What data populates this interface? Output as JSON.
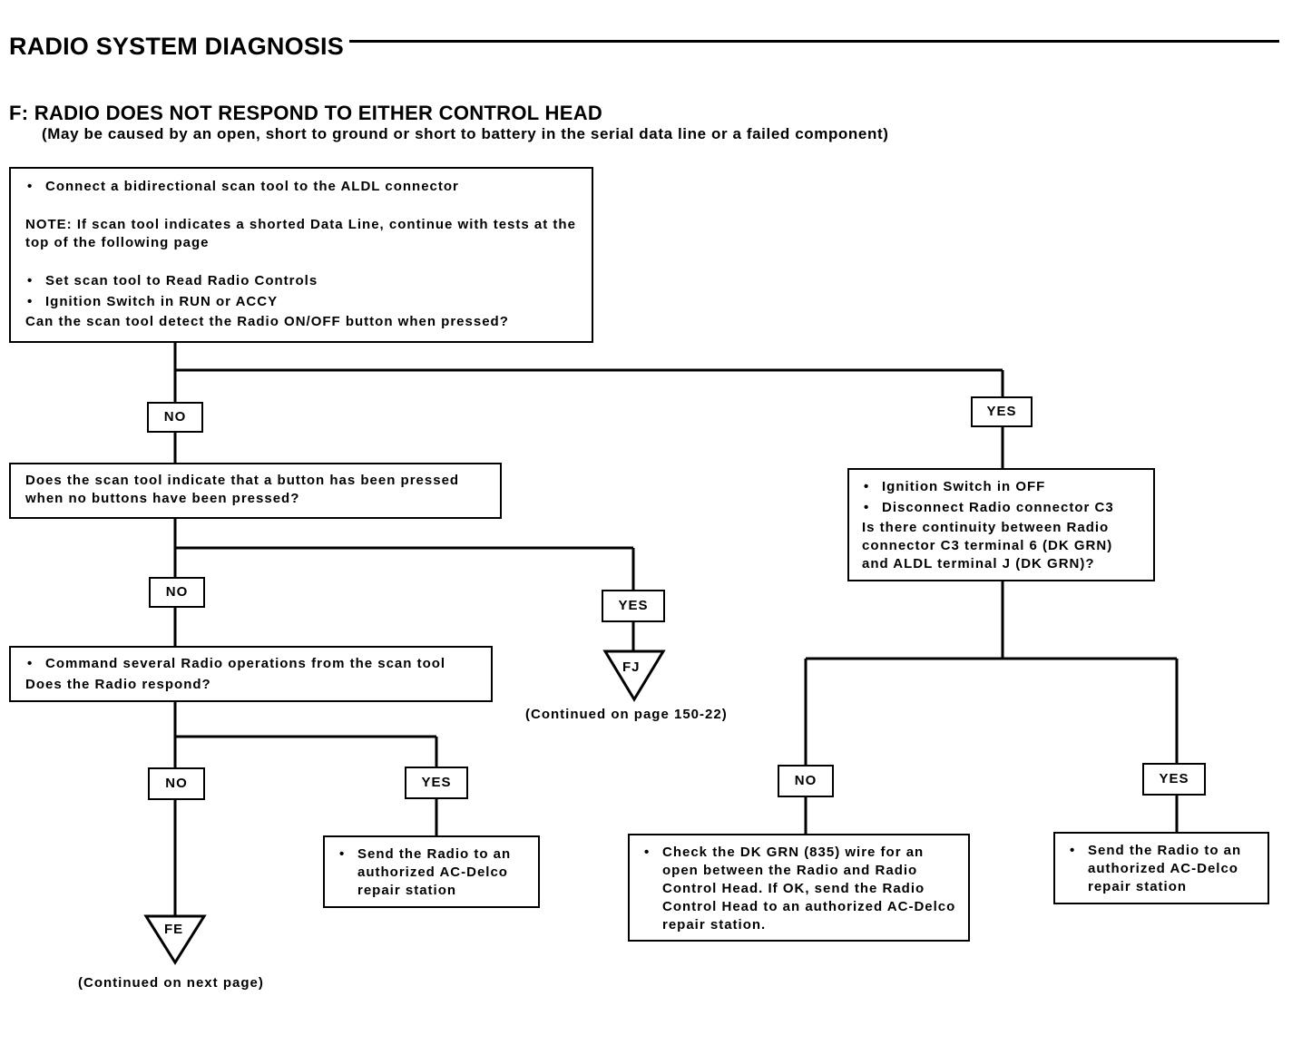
{
  "header": {
    "title": "RADIO SYSTEM DIAGNOSIS"
  },
  "section": {
    "title": "F:  RADIO DOES NOT RESPOND TO EITHER CONTROL HEAD",
    "subtitle": "(May be caused by an open, short to ground or short to battery in the serial data line or a failed component)"
  },
  "box_start": {
    "step1": "Connect a bidirectional scan tool to the ALDL connector",
    "note": "NOTE: If scan tool indicates a shorted Data Line, continue with tests at the top of the following page",
    "step2": "Set scan tool to Read Radio Controls",
    "step3": "Ignition Switch in RUN or ACCY",
    "question": "Can the scan tool detect the Radio ON/OFF button when pressed?"
  },
  "box_button_pressed": {
    "question": "Does the scan tool indicate that a button has been pressed when no buttons have been pressed?"
  },
  "box_command": {
    "step": "Command several Radio operations from the scan tool",
    "question": "Does the Radio respond?"
  },
  "box_continuity": {
    "step1": "Ignition Switch in OFF",
    "step2": "Disconnect Radio connector C3",
    "question": "Is there continuity between Radio connector C3 terminal 6 (DK GRN) and ALDL terminal J (DK GRN)?"
  },
  "box_send_left": {
    "text": "Send the Radio to an authorized AC-Delco repair station"
  },
  "box_check_wire": {
    "text": "Check the DK GRN (835) wire for an open between the Radio and Radio Control Head. If OK, send the Radio Control Head to an authorized AC-Delco repair station."
  },
  "box_send_right": {
    "text": "Send the Radio to an authorized AC-Delco repair station"
  },
  "tags": {
    "no1": "NO",
    "yes1": "YES",
    "no2": "NO",
    "yes2": "YES",
    "no3": "NO",
    "yes3": "YES",
    "no4": "NO",
    "yes4": "YES"
  },
  "connectors": {
    "fj": "FJ",
    "fe": "FE",
    "fj_caption": "(Continued on page 150-22)",
    "fe_caption": "(Continued on next page)"
  }
}
